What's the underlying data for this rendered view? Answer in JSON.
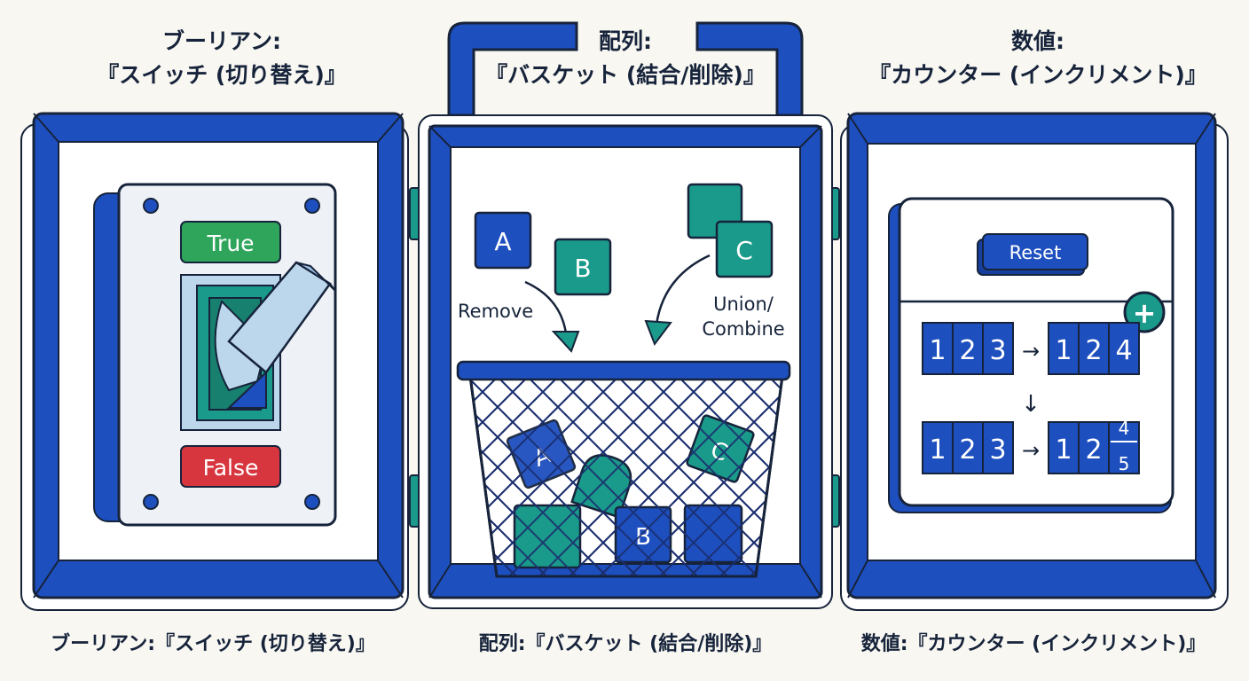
{
  "panels": [
    {
      "title_line1": "ブーリアン:",
      "title_line2": "『スイッチ (切り替え)』",
      "caption": "ブーリアン:『スイッチ (切り替え)』",
      "true_label": "True",
      "false_label": "False"
    },
    {
      "title_line1": "配列:",
      "title_line2": "『バスケット (結合/削除)』",
      "caption": "配列:『バスケット (結合/削除)』",
      "remove_label": "Remove",
      "union_label_line1": "Union/",
      "union_label_line2": "Combine",
      "blocks": {
        "a": "A",
        "b": "B",
        "c": "C"
      }
    },
    {
      "title_line1": "数値:",
      "title_line2": "『カウンター (インクリメント)』",
      "caption": "数値:『カウンター (インクリメント)』",
      "reset_label": "Reset",
      "plus_symbol": "+",
      "row1_before": [
        "1",
        "2",
        "3"
      ],
      "row1_after": [
        "1",
        "2",
        "4"
      ],
      "row2_before": [
        "1",
        "2",
        "3"
      ],
      "row2_after_fixed": [
        "1",
        "2"
      ],
      "row2_after_rolling_top": "4",
      "row2_after_rolling_bottom": "5",
      "arrow_right": "→",
      "arrow_down": "↓"
    }
  ],
  "colors": {
    "frame_blue": "#1e4fbf",
    "frame_blue_dark": "#163f9e",
    "outline": "#16233a",
    "teal": "#1a9a8a",
    "green": "#2ea55a",
    "red": "#d8363e",
    "light_blue": "#bcd6ec",
    "panel_bg": "#ffffff"
  }
}
